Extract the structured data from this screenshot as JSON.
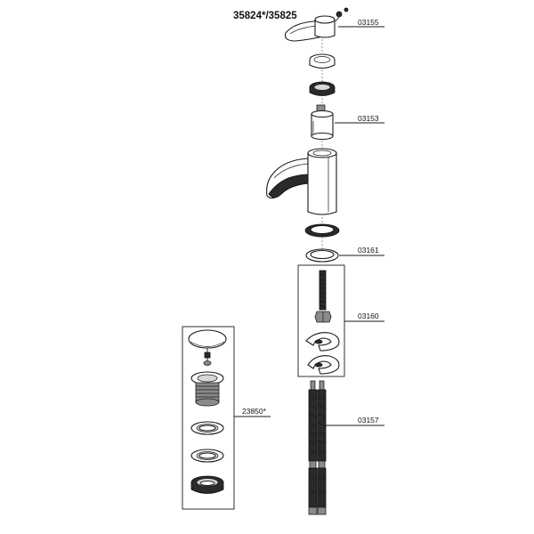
{
  "title": "35824*/35825",
  "callouts": {
    "handle": "03155",
    "cartridge": "03153",
    "seal": "03161",
    "fixing_set": "03160",
    "hoses": "03157",
    "waste": "23850*"
  }
}
